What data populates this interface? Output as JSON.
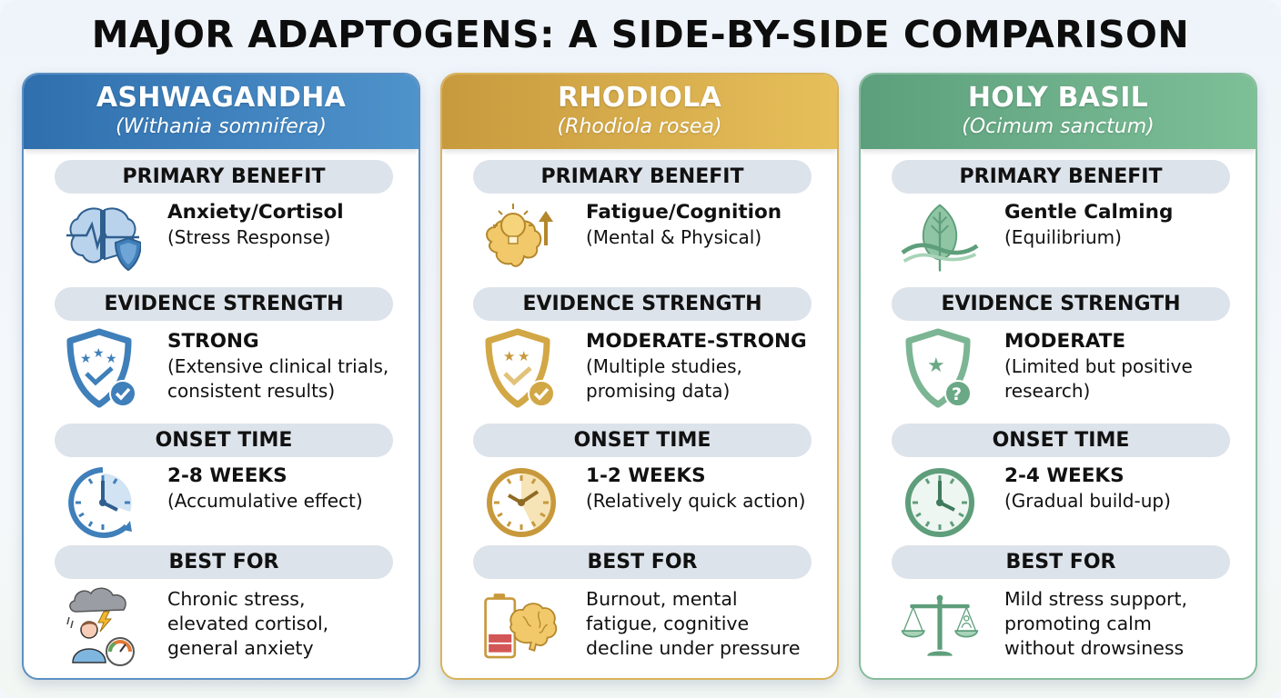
{
  "title": "MAJOR ADAPTOGENS: A SIDE-BY-SIDE COMPARISON",
  "sections": {
    "primary_benefit": "PRIMARY BENEFIT",
    "evidence_strength": "EVIDENCE STRENGTH",
    "onset_time": "ONSET TIME",
    "best_for": "BEST FOR"
  },
  "cards": [
    {
      "name": "ASHWAGANDHA",
      "latin": "(Withania somnifera)",
      "colors": {
        "header_start": "#2f6fae",
        "header_end": "#4f93cb",
        "border": "#5b8fc2",
        "icon": "#3f7fba"
      },
      "primary_benefit": {
        "icon": "brain-shield-icon",
        "title": "Anxiety/Cortisol",
        "detail": "(Stress Response)"
      },
      "evidence": {
        "icon": "three-star-shield-check-icon",
        "level": "STRONG",
        "detail_lines": [
          "(Extensive clinical trials,",
          "consistent results)"
        ]
      },
      "onset": {
        "icon": "clock-icon",
        "value": "2-8 WEEKS",
        "detail": "(Accumulative effect)"
      },
      "best_for": {
        "icon": "stressed-person-cloud-gauge-icon",
        "lines": [
          "Chronic stress,",
          "elevated cortisol,",
          "general anxiety"
        ]
      }
    },
    {
      "name": "RHODIOLA",
      "latin": "(Rhodiola rosea)",
      "colors": {
        "header_start": "#c89a3e",
        "header_end": "#e6bf5a",
        "border": "#d9b25a",
        "icon": "#c8993c"
      },
      "primary_benefit": {
        "icon": "brain-lightbulb-arrow-icon",
        "title": "Fatigue/Cognition",
        "detail": "(Mental & Physical)"
      },
      "evidence": {
        "icon": "two-star-shield-check-icon",
        "level": "MODERATE-STRONG",
        "detail_lines": [
          "(Multiple studies,",
          "promising data)"
        ]
      },
      "onset": {
        "icon": "clock-icon",
        "value": "1-2 WEEKS",
        "detail": "(Relatively quick action)"
      },
      "best_for": {
        "icon": "low-battery-brain-icon",
        "lines": [
          "Burnout, mental",
          "fatigue, cognitive",
          "decline under pressure"
        ]
      }
    },
    {
      "name": "HOLY BASIL",
      "latin": "(Ocimum sanctum)",
      "colors": {
        "header_start": "#5c9f7c",
        "header_end": "#7dbf97",
        "border": "#86bc9c",
        "icon": "#5e9e7b"
      },
      "primary_benefit": {
        "icon": "leaf-waves-icon",
        "title": "Gentle Calming",
        "detail": "(Equilibrium)"
      },
      "evidence": {
        "icon": "star-shield-question-icon",
        "level": "MODERATE",
        "detail_lines": [
          "(Limited but positive",
          "research)"
        ]
      },
      "onset": {
        "icon": "clock-icon",
        "value": "2-4 WEEKS",
        "detail": "(Gradual build-up)"
      },
      "best_for": {
        "icon": "balance-scale-icon",
        "lines": [
          "Mild stress support,",
          "promoting calm",
          "without drowsiness"
        ]
      }
    }
  ]
}
